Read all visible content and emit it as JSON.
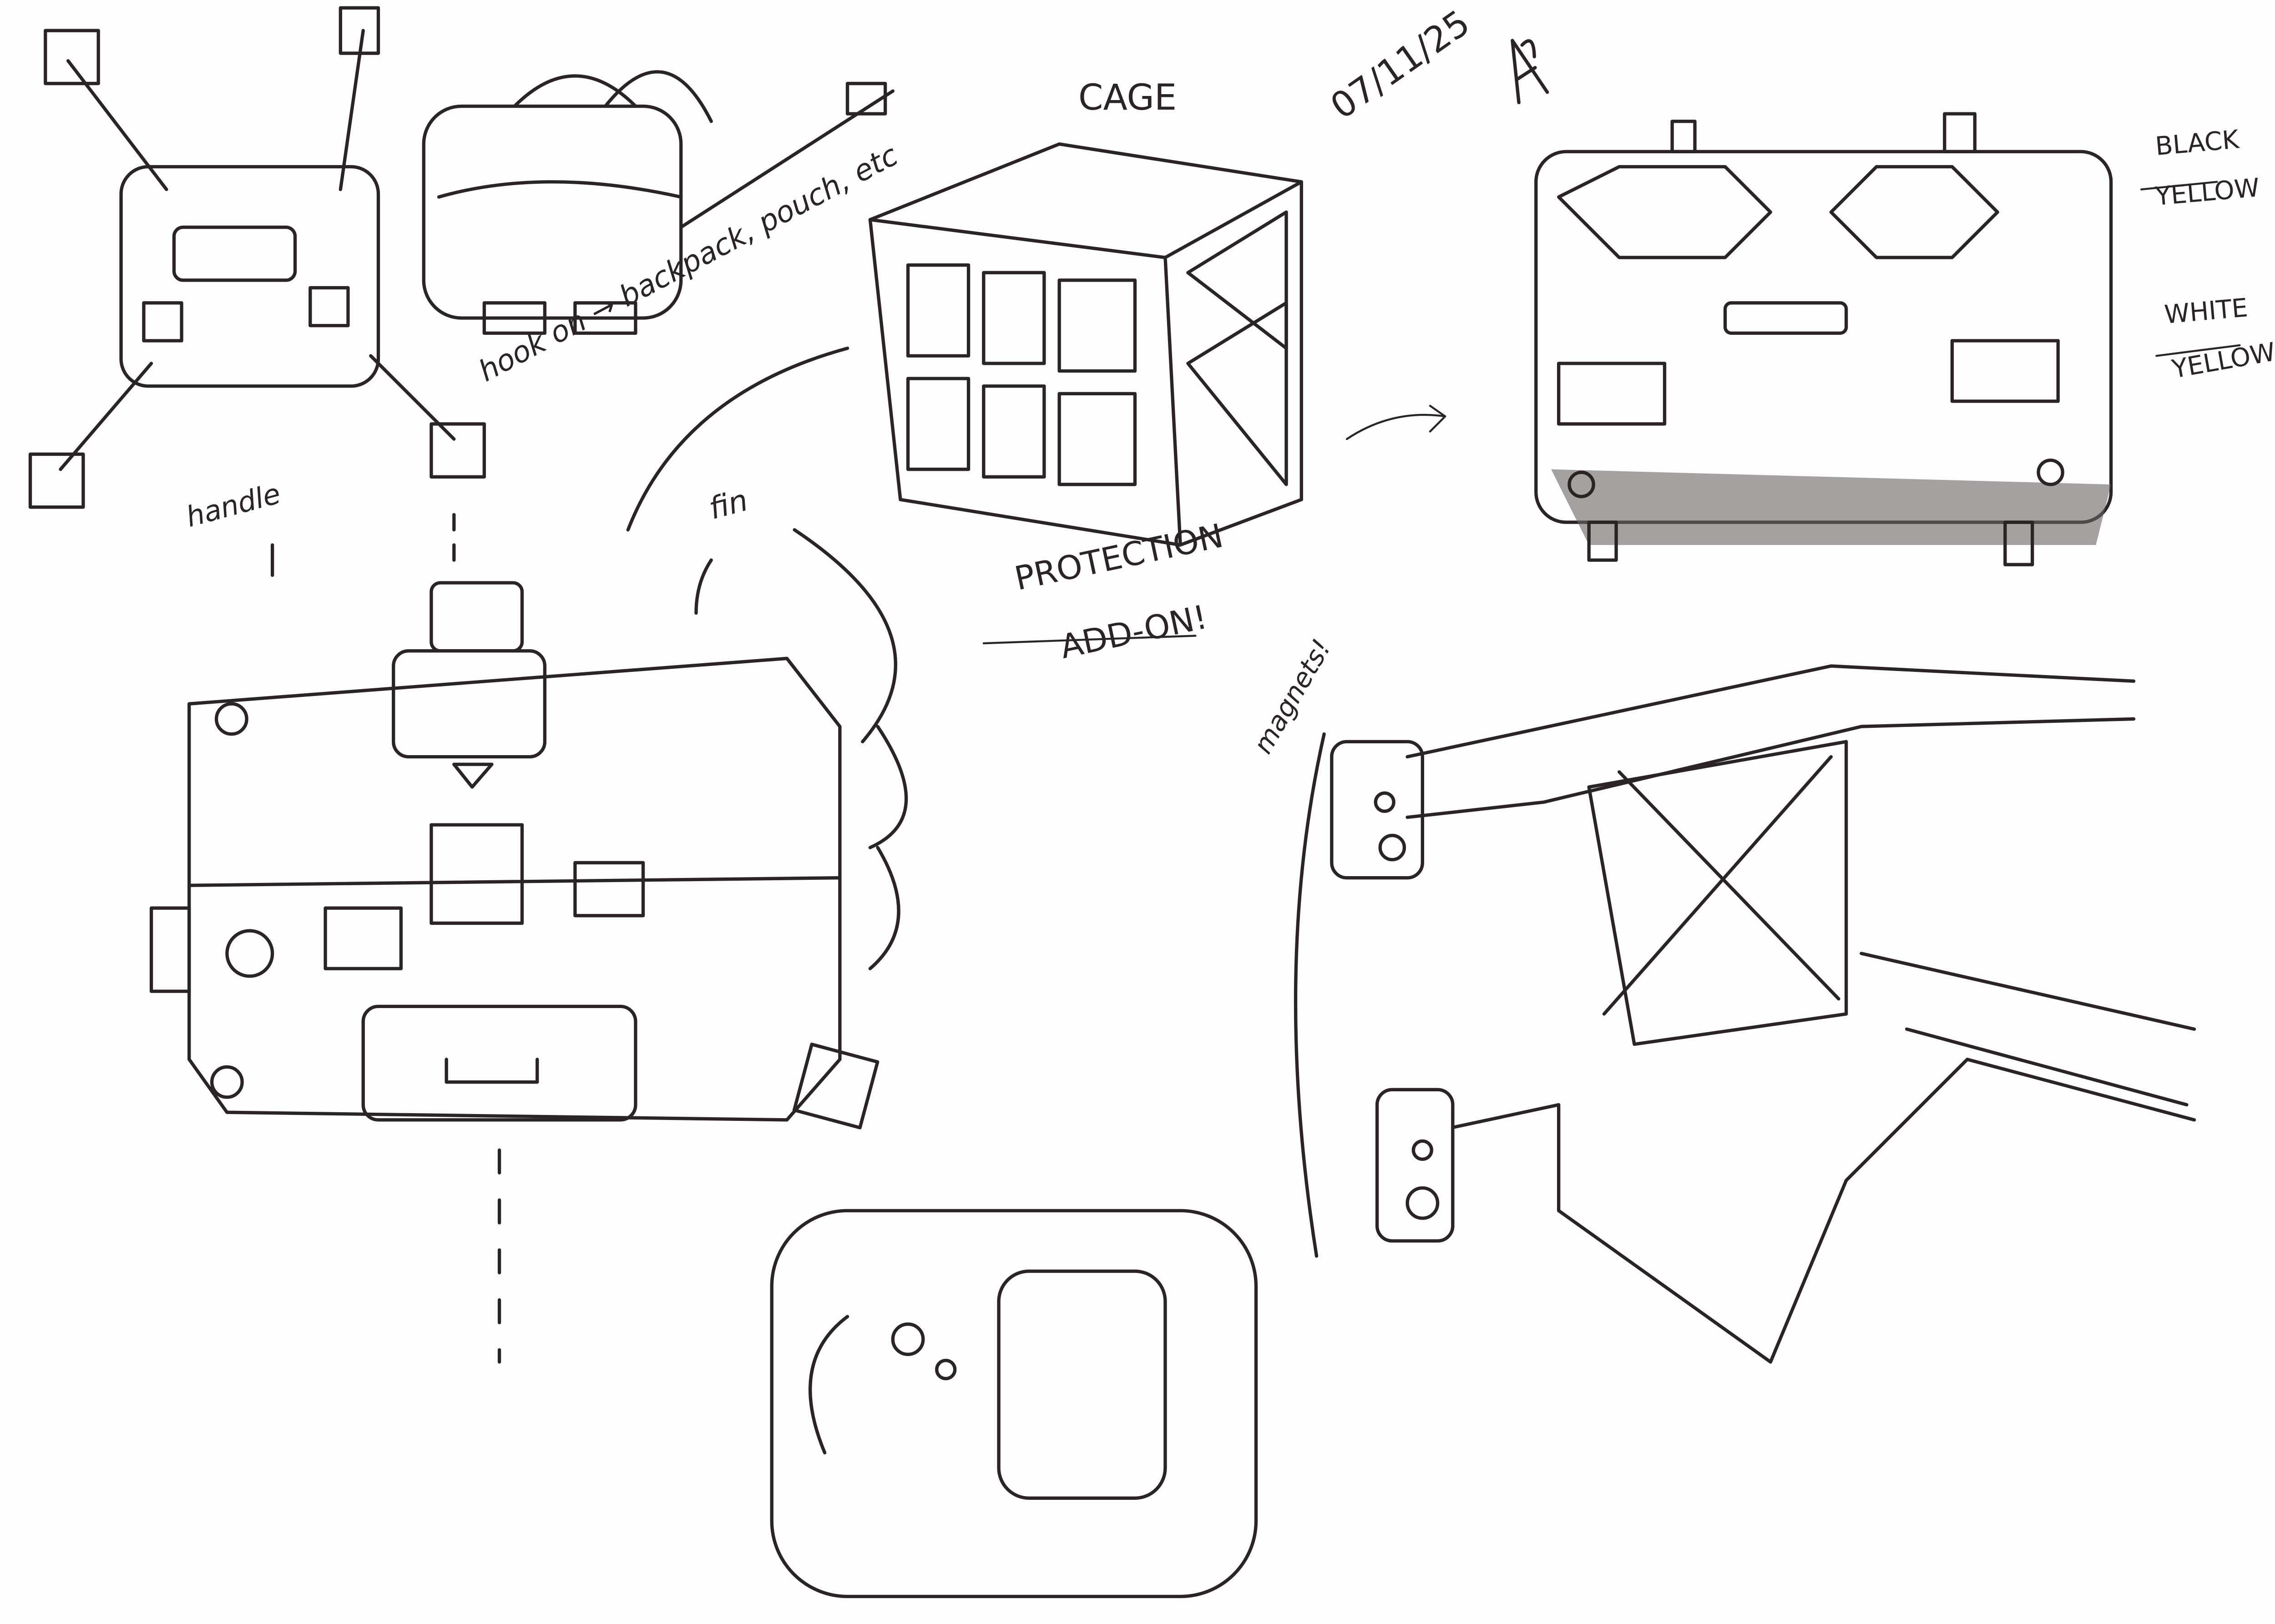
{
  "annotations": {
    "hook_note": "hook on → backpack, pouch, etc",
    "cage_label": "CAGE",
    "date": "07/11/25",
    "handle_label": "handle",
    "fin_label": "fin",
    "protection_line1": "PROTECTION",
    "protection_line2": "ADD-ON!",
    "color_option_1_top": "BLACK",
    "color_option_1_bottom": "YELLOW",
    "color_option_2_top": "WHITE",
    "color_option_2_bottom": "YELLOW",
    "magnets_label": "magnets!"
  },
  "signature": "A?",
  "colors": {
    "ink": "#2a2424",
    "paper": "#fdfdfd"
  }
}
